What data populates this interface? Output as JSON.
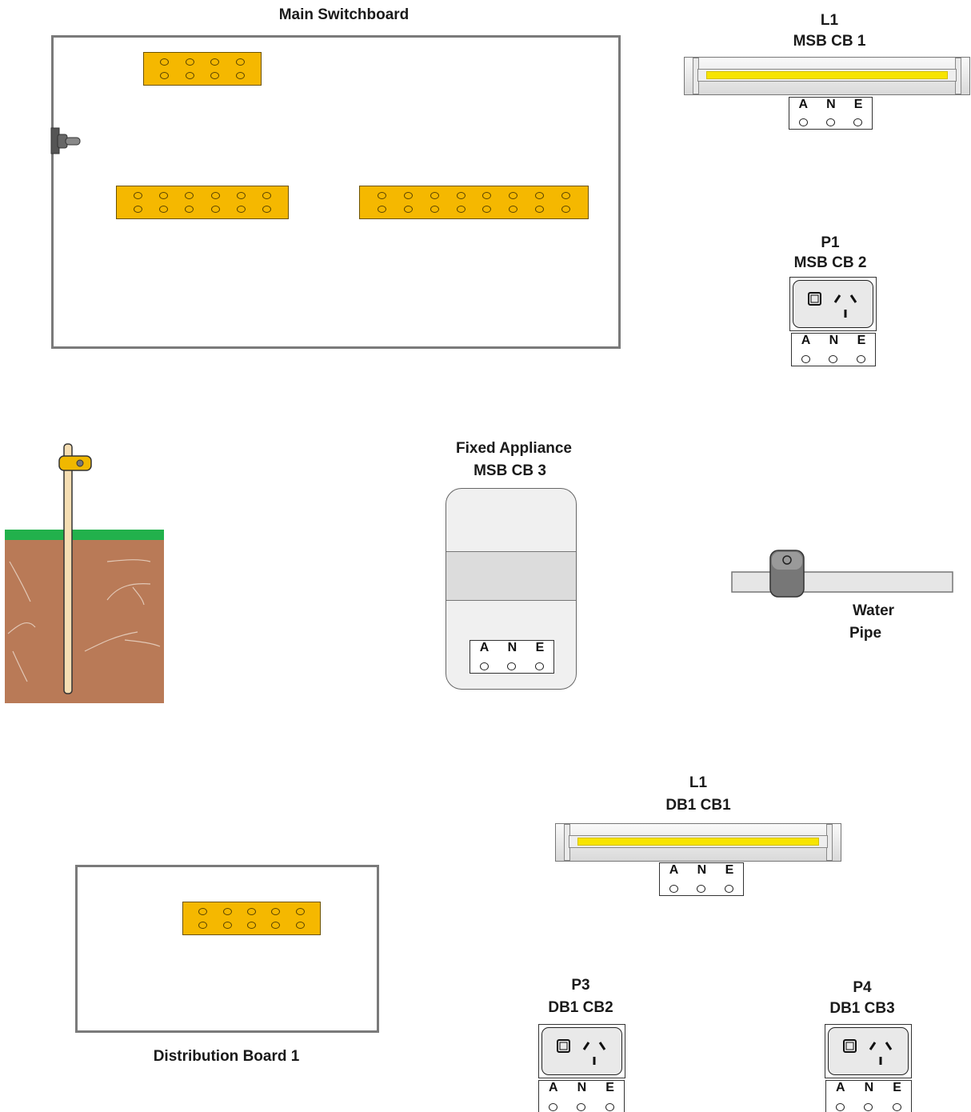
{
  "main_switchboard": {
    "label": "Main Switchboard",
    "busbars": [
      {
        "cols": 4
      },
      {
        "cols": 6
      },
      {
        "cols": 8
      }
    ]
  },
  "distribution_board": {
    "label": "Distribution Board 1",
    "busbars": [
      {
        "cols": 5
      }
    ]
  },
  "lights": [
    {
      "name": "L1",
      "circuit": "MSB CB 1"
    },
    {
      "name": "L1",
      "circuit": "DB1 CB1"
    }
  ],
  "power_points": [
    {
      "name": "P1",
      "circuit": "MSB CB 2"
    },
    {
      "name": "P3",
      "circuit": "DB1 CB2"
    },
    {
      "name": "P4",
      "circuit": "DB1 CB3"
    }
  ],
  "fixed_appliance": {
    "name": "Fixed Appliance",
    "circuit": "MSB CB 3"
  },
  "water_pipe": {
    "line1": "Water",
    "line2": "Pipe"
  },
  "terminal_letters": {
    "a": "A",
    "n": "N",
    "e": "E"
  },
  "colors": {
    "busbar": "#f5b800",
    "lamp_tube": "#f7e400",
    "grass": "#22b14c",
    "soil": "#b97a57",
    "earth_rod": "#f5deb3"
  },
  "icons": [
    "earth-electrode-icon",
    "water-pipe-clamp-icon",
    "gpo-outlet-icon",
    "fluorescent-light-icon",
    "main-switch-icon"
  ]
}
